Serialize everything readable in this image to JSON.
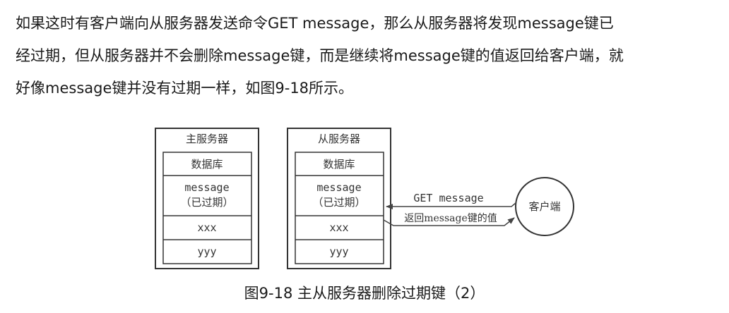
{
  "paragraph": {
    "lines": [
      "如果这时有客户端向从服务器发送命令GET message，那么从服务器将发现message键已",
      "经过期，但从服务器并不会删除message键，而是继续将message键的值返回给客户端，就",
      "好像message键并没有过期一样，如图9-18所示。"
    ]
  },
  "diagram": {
    "master": {
      "title": "主服务器",
      "db_label": "数据库",
      "key_name": "message",
      "key_note": "（已过期）",
      "key2": "xxx",
      "key3": "yyy"
    },
    "slave": {
      "title": "从服务器",
      "db_label": "数据库",
      "key_name": "message",
      "key_note": "（已过期）",
      "key2": "xxx",
      "key3": "yyy"
    },
    "client_label": "客户端",
    "request_label": "GET message",
    "response_label": "返回message键的值"
  },
  "caption": "图9-18 主从服务器删除过期键（2）"
}
